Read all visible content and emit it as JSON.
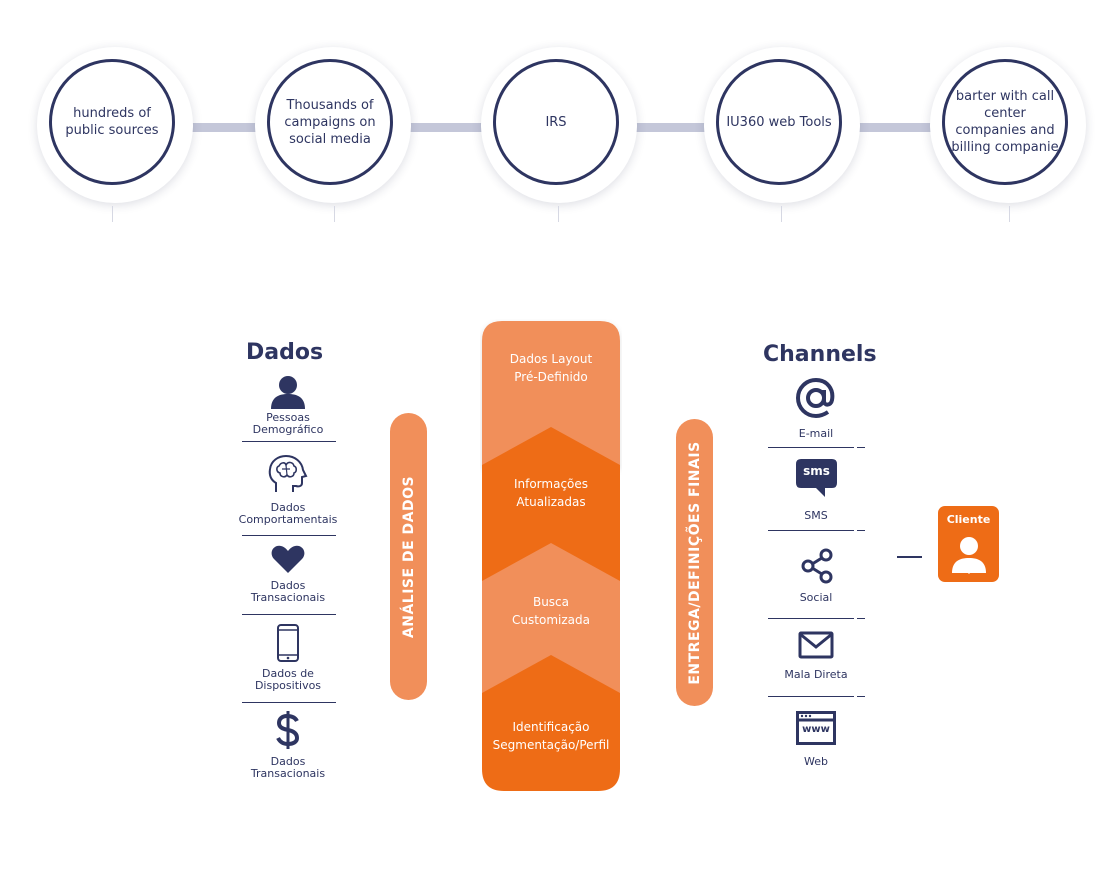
{
  "sources": [
    {
      "label": "hundreds of public sources"
    },
    {
      "label": "Thousands of campaigns on social media"
    },
    {
      "label": "IRS"
    },
    {
      "label": "IU360 web Tools"
    },
    {
      "label": "barter with call center companies and billing companie"
    }
  ],
  "dados": {
    "title": "Dados",
    "items": [
      {
        "label": "Pessoas\nDemográfico",
        "icon": "person-icon"
      },
      {
        "label": "Dados\nComportamentais",
        "icon": "brain-icon"
      },
      {
        "label": "Dados\nTransacionais",
        "icon": "heart-icon"
      },
      {
        "label": "Dados de\nDispositivos",
        "icon": "smartphone-icon"
      },
      {
        "label": "Dados\nTransacionais",
        "icon": "dollar-icon"
      }
    ]
  },
  "analise": {
    "label": "ANÁLISE DE DADOS"
  },
  "stack": [
    {
      "label": "Dados Layout\nPré-Definido"
    },
    {
      "label": "Informações\nAtualizadas"
    },
    {
      "label": "Busca\nCustomizada"
    },
    {
      "label": "Identificação\nSegmentação/Perfil"
    }
  ],
  "entrega": {
    "label": "ENTREGA/DEFINIÇÕES FINAIS"
  },
  "channels": {
    "title": "Channels",
    "items": [
      {
        "label": "E-mail",
        "icon": "at-icon"
      },
      {
        "label": "SMS",
        "icon": "sms-icon",
        "badge": "sms"
      },
      {
        "label": "Social",
        "icon": "share-icon"
      },
      {
        "label": "Mala Direta",
        "icon": "envelope-icon"
      },
      {
        "label": "Web",
        "icon": "browser-icon",
        "badge": "www"
      }
    ]
  },
  "cliente": {
    "label": "Cliente"
  },
  "colors": {
    "navy": "#2e3561",
    "orange_light": "#f18f5a",
    "orange_dark": "#ee6c16",
    "connector": "#c4c7d9"
  }
}
